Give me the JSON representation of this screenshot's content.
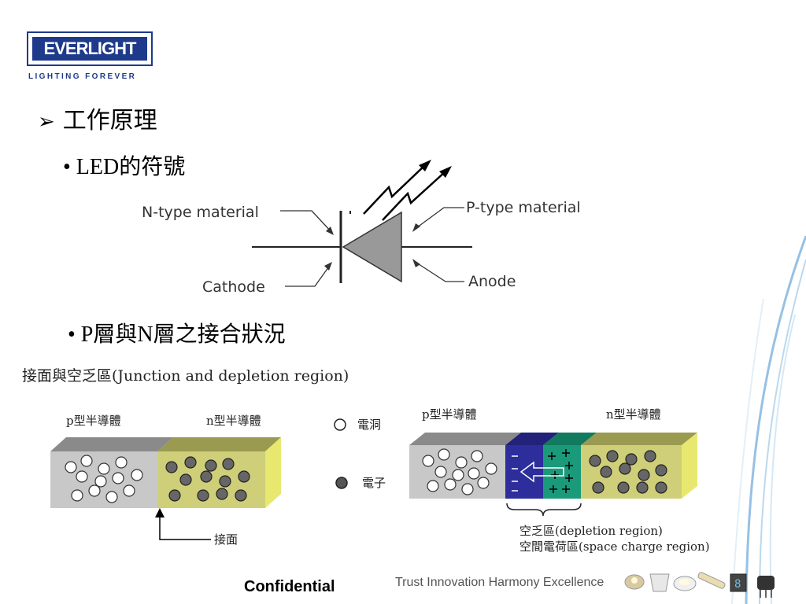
{
  "logo": {
    "brand": "EVERLIGHT",
    "tagline": "LIGHTING FOREVER"
  },
  "heading": {
    "arrow": "➢",
    "text": "工作原理"
  },
  "bullet1": "• LED的符號",
  "symbol": {
    "n_label": "N-type material",
    "p_label": "P-type material",
    "cathode_label": "Cathode",
    "anode_label": "Anode"
  },
  "bullet2": "• P層與N層之接合狀況",
  "junction": {
    "title": "接面與空乏區(Junction and depletion region)",
    "p_label": "p型半導體",
    "n_label": "n型半導體",
    "junction_label": "接面",
    "legend_hole": "電洞",
    "legend_electron": "電子",
    "p_label_2": "p型半導體",
    "n_label_2": "n型半導體",
    "depletion_label": "空乏區(depletion region)",
    "space_charge_label": "空間電荷區(space charge region)"
  },
  "footer": {
    "confidential": "Confidential",
    "motto": "Trust Innovation Harmony Excellence"
  },
  "colors": {
    "brand_blue": "#1e3a8a",
    "p_gray": "#c8c8c8",
    "n_olive": "#cfcf7a",
    "depletion_blue": "#2d2d9c",
    "depletion_green": "#1a9a7a"
  }
}
